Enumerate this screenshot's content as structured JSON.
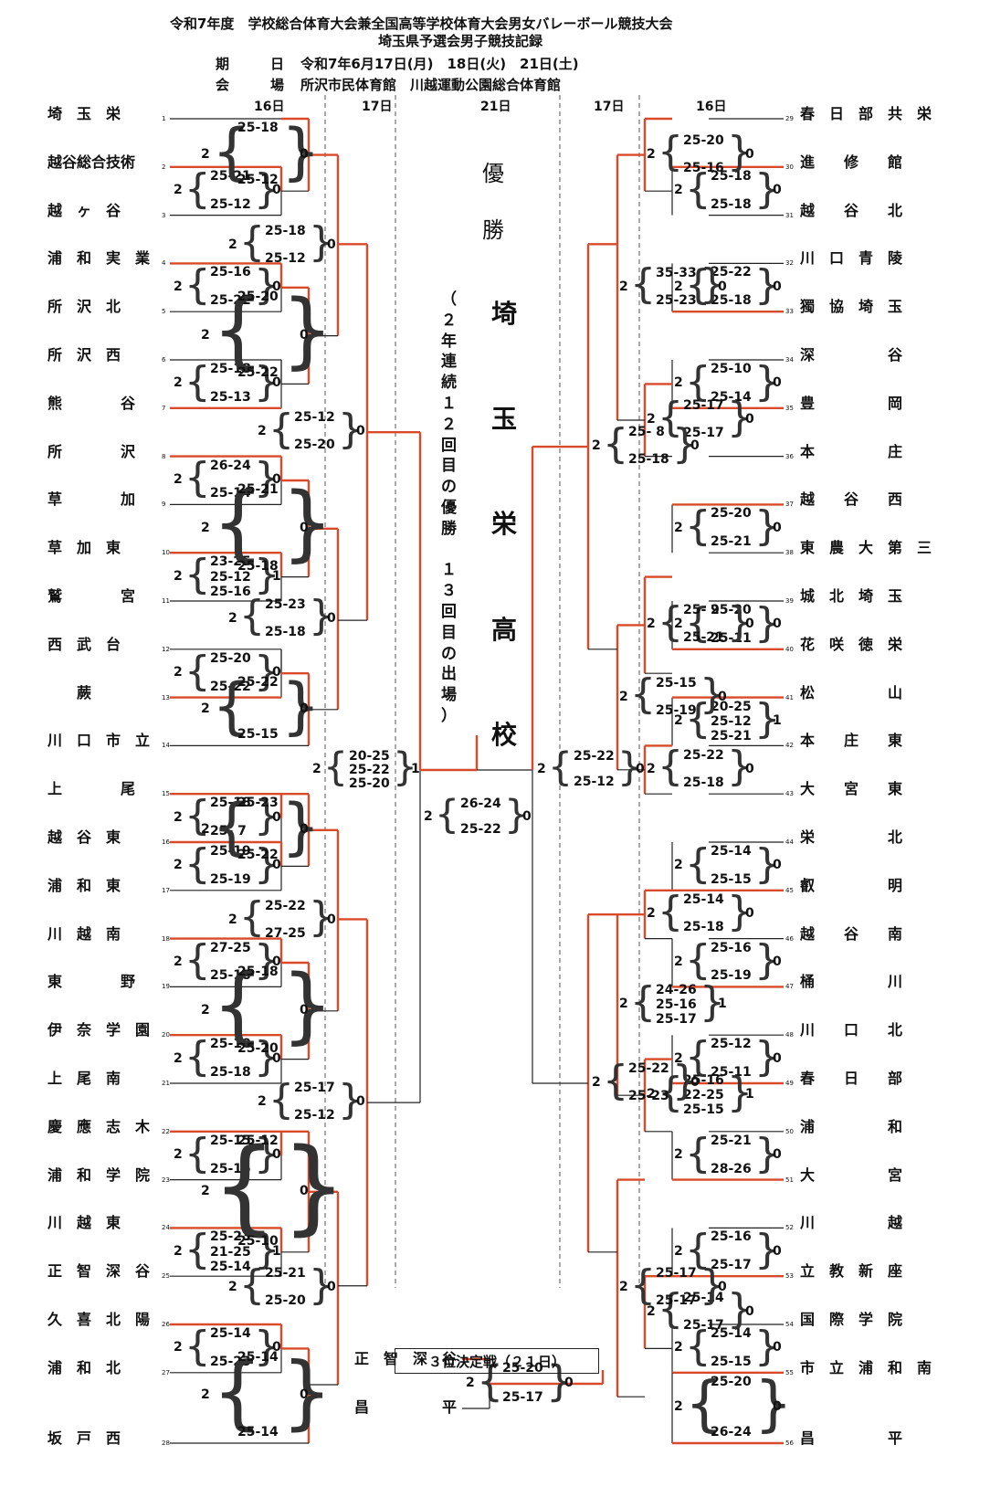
{
  "header": {
    "title1": "令和7年度　学校総合体育大会兼全国高等学校体育大会男女バレーボール競技大会",
    "title2": "埼玉県予選会男子競技記録",
    "dates_label": "期　　　日",
    "dates": "令和7年6月17日(月)　18日(火)　21日(土)",
    "venue_label": "会　　　場",
    "venue": "所沢市民体育館　川越運動公園総合体育館"
  },
  "day_labels": {
    "l16": "16日",
    "l17": "17日",
    "c21": "21日",
    "r17": "17日",
    "r16": "16日"
  },
  "champion": {
    "heading": [
      "優",
      "勝"
    ],
    "name": [
      "埼",
      "玉",
      "栄",
      "高",
      "校"
    ],
    "note_chars": [
      "（",
      "２",
      "年",
      "連",
      "続",
      "１",
      "２",
      "回",
      "目",
      "の",
      "優",
      "勝",
      "　",
      "１",
      "３",
      "回",
      "目",
      "の",
      "出",
      "場",
      "）"
    ]
  },
  "left_teams": [
    {
      "no": "1",
      "name": "埼　玉　栄"
    },
    {
      "no": "2",
      "name": "越谷総合技術"
    },
    {
      "no": "3",
      "name": "越　ヶ　谷"
    },
    {
      "no": "4",
      "name": "浦　和　実　業"
    },
    {
      "no": "5",
      "name": "所　沢　北"
    },
    {
      "no": "6",
      "name": "所　沢　西"
    },
    {
      "no": "7",
      "name": "熊　　　　谷"
    },
    {
      "no": "8",
      "name": "所　　　　沢"
    },
    {
      "no": "9",
      "name": "草　　　　加"
    },
    {
      "no": "10",
      "name": "草　加　東"
    },
    {
      "no": "11",
      "name": "鷲　　　　宮"
    },
    {
      "no": "12",
      "name": "西　武　台"
    },
    {
      "no": "13",
      "name": "　　蕨"
    },
    {
      "no": "14",
      "name": "川　口　市　立"
    },
    {
      "no": "15",
      "name": "上　　　　尾"
    },
    {
      "no": "16",
      "name": "越　谷　東"
    },
    {
      "no": "17",
      "name": "浦　和　東"
    },
    {
      "no": "18",
      "name": "川　越　南"
    },
    {
      "no": "19",
      "name": "東　　　　野"
    },
    {
      "no": "20",
      "name": "伊　奈　学　園"
    },
    {
      "no": "21",
      "name": "上　尾　南"
    },
    {
      "no": "22",
      "name": "慶　應　志　木"
    },
    {
      "no": "23",
      "name": "浦　和　学　院"
    },
    {
      "no": "24",
      "name": "川　越　東"
    },
    {
      "no": "25",
      "name": "正　智　深　谷"
    },
    {
      "no": "26",
      "name": "久　喜　北　陽"
    },
    {
      "no": "27",
      "name": "浦　和　北"
    },
    {
      "no": "28",
      "name": "坂　戸　西"
    }
  ],
  "right_teams": [
    {
      "no": "29",
      "name": "春　日　部　共　栄"
    },
    {
      "no": "30",
      "name": "進　　修　　館"
    },
    {
      "no": "31",
      "name": "越　　谷　　北"
    },
    {
      "no": "32",
      "name": "川　口　青　陵"
    },
    {
      "no": "33",
      "name": "獨　協　埼　玉"
    },
    {
      "no": "34",
      "name": "深　　　　　谷"
    },
    {
      "no": "35",
      "name": "豊　　　　　岡"
    },
    {
      "no": "36",
      "name": "本　　　　　庄"
    },
    {
      "no": "37",
      "name": "越　　谷　　西"
    },
    {
      "no": "38",
      "name": "東　農　大　第　三"
    },
    {
      "no": "39",
      "name": "城　北　埼　玉"
    },
    {
      "no": "40",
      "name": "花　咲　徳　栄"
    },
    {
      "no": "41",
      "name": "松　　　　　山"
    },
    {
      "no": "42",
      "name": "本　　庄　　東"
    },
    {
      "no": "43",
      "name": "大　　宮　　東"
    },
    {
      "no": "44",
      "name": "栄　　　　　北"
    },
    {
      "no": "45",
      "name": "叡　　　　　明"
    },
    {
      "no": "46",
      "name": "越　　谷　　南"
    },
    {
      "no": "47",
      "name": "桶　　　　　川"
    },
    {
      "no": "48",
      "name": "川　　口　　北"
    },
    {
      "no": "49",
      "name": "春　　日　　部"
    },
    {
      "no": "50",
      "name": "浦　　　　　和"
    },
    {
      "no": "51",
      "name": "大　　　　　宮"
    },
    {
      "no": "52",
      "name": "川　　　　　越"
    },
    {
      "no": "53",
      "name": "立　教　新　座"
    },
    {
      "no": "54",
      "name": "国　際　学　院"
    },
    {
      "no": "55",
      "name": "市　立　浦　和　南"
    },
    {
      "no": "56",
      "name": "昌　　　　　平"
    }
  ],
  "left_r1": [
    {
      "w": "2",
      "l": "0",
      "sets": [
        "25-21",
        "25-12"
      ]
    },
    {
      "w": "2",
      "l": "0",
      "sets": [
        "25-16",
        "25-22"
      ]
    },
    {
      "w": "2",
      "l": "0",
      "sets": [
        "25-18",
        "25-13"
      ]
    },
    {
      "w": "2",
      "l": "0",
      "sets": [
        "26-24",
        "25-14"
      ]
    },
    {
      "w": "2",
      "l": "1",
      "sets": [
        "23-25",
        "25-12",
        "25-16"
      ]
    },
    {
      "w": "2",
      "l": "0",
      "sets": [
        "25-20",
        "25-22"
      ]
    },
    {
      "w": "2",
      "l": "0",
      "sets": [
        "25-18",
        "25- 7"
      ]
    },
    {
      "w": "2",
      "l": "0",
      "sets": [
        "25-19",
        "25-19"
      ]
    },
    {
      "w": "2",
      "l": "0",
      "sets": [
        "27-25",
        "25-18"
      ]
    },
    {
      "w": "2",
      "l": "0",
      "sets": [
        "25-10",
        "25-18"
      ]
    },
    {
      "w": "2",
      "l": "0",
      "sets": [
        "25-15",
        "25-15"
      ]
    },
    {
      "w": "2",
      "l": "1",
      "sets": [
        "25-23",
        "21-25",
        "25-14"
      ]
    },
    {
      "w": "2",
      "l": "0",
      "sets": [
        "25-14",
        "25-23"
      ]
    }
  ],
  "left_r2": [
    {
      "w": "2",
      "l": "0",
      "sets": [
        "25-18",
        "25-12"
      ]
    },
    {
      "w": "2",
      "l": "0",
      "sets": [
        "25-20",
        "25-22"
      ]
    },
    {
      "w": "2",
      "l": "0",
      "sets": [
        "25-21",
        "25-18"
      ]
    },
    {
      "w": "2",
      "l": "0",
      "sets": [
        "25-22",
        "25-15"
      ]
    },
    {
      "w": "2",
      "l": "0",
      "sets": [
        "25-23",
        "25-22"
      ]
    },
    {
      "w": "2",
      "l": "0",
      "sets": [
        "25-18",
        "25-20"
      ]
    },
    {
      "w": "2",
      "l": "0",
      "sets": [
        "25-12",
        "25-10"
      ]
    },
    {
      "w": "2",
      "l": "0",
      "sets": [
        "25-14",
        "25-14"
      ]
    }
  ],
  "left_r3": [
    {
      "w": "2",
      "l": "0",
      "sets": [
        "25-18",
        "25-12"
      ]
    },
    {
      "w": "2",
      "l": "0",
      "sets": [
        "25-23",
        "25-18"
      ]
    },
    {
      "w": "2",
      "l": "0",
      "sets": [
        "25-22",
        "27-25"
      ]
    },
    {
      "w": "2",
      "l": "0",
      "sets": [
        "25-21",
        "25-20"
      ]
    }
  ],
  "left_r4": [
    {
      "w": "2",
      "l": "0",
      "sets": [
        "25-12",
        "25-20"
      ]
    },
    {
      "w": "2",
      "l": "0",
      "sets": [
        "25-17",
        "25-12"
      ]
    }
  ],
  "left_sf": {
    "w": "2",
    "l": "1",
    "sets": [
      "20-25",
      "25-22",
      "25-20"
    ]
  },
  "final": {
    "w": "2",
    "l": "0",
    "sets": [
      "26-24",
      "25-22"
    ]
  },
  "right_sf": {
    "w": "2",
    "l": "0",
    "sets": [
      "25-22",
      "25-12"
    ]
  },
  "right_r1": [
    {
      "w": "2",
      "l": "0",
      "sets": [
        "25-18",
        "25-18"
      ]
    },
    {
      "w": "2",
      "l": "0",
      "sets": [
        "25-22",
        "25-18"
      ]
    },
    {
      "w": "2",
      "l": "0",
      "sets": [
        "25-10",
        "25-14"
      ]
    },
    {
      "w": "2",
      "l": "0",
      "sets": [
        "25-20",
        "25-21"
      ]
    },
    {
      "w": "2",
      "l": "0",
      "sets": [
        "25-20",
        "25-11"
      ]
    },
    {
      "w": "2",
      "l": "1",
      "sets": [
        "20-25",
        "25-12",
        "25-21"
      ]
    },
    {
      "w": "2",
      "l": "0",
      "sets": [
        "25-14",
        "25-15"
      ]
    },
    {
      "w": "2",
      "l": "0",
      "sets": [
        "25-16",
        "25-19"
      ]
    },
    {
      "w": "2",
      "l": "0",
      "sets": [
        "25-12",
        "25-11"
      ]
    },
    {
      "w": "2",
      "l": "0",
      "sets": [
        "25-21",
        "28-26"
      ]
    },
    {
      "w": "2",
      "l": "0",
      "sets": [
        "25-16",
        "25-17"
      ]
    },
    {
      "w": "2",
      "l": "0",
      "sets": [
        "25-14",
        "25-15"
      ]
    },
    {
      "w": "2",
      "l": "0",
      "sets": [
        "25-20",
        "26-24"
      ]
    }
  ],
  "right_r2": [
    {
      "w": "2",
      "l": "0",
      "sets": [
        "25-20",
        "25-16"
      ]
    },
    {
      "w": "2",
      "l": "0",
      "sets": [
        "25-17",
        "25-17"
      ]
    },
    {
      "w": "2",
      "l": "0",
      "sets": [
        "25- 9",
        "25-21"
      ]
    },
    {
      "w": "2",
      "l": "0",
      "sets": [
        "25-22",
        "25-18"
      ]
    },
    {
      "w": "2",
      "l": "0",
      "sets": [
        "25-14",
        "25-18"
      ]
    },
    {
      "w": "2",
      "l": "1",
      "sets": [
        "25-16",
        "22-25",
        "25-15"
      ]
    },
    {
      "w": "2",
      "l": "0",
      "sets": [
        "25-14",
        "25-17"
      ]
    }
  ],
  "right_r3": [
    {
      "w": "2",
      "l": "0",
      "sets": [
        "35-33",
        "25-23"
      ]
    },
    {
      "w": "2",
      "l": "0",
      "sets": [
        "25-15",
        "25-19"
      ]
    },
    {
      "w": "2",
      "l": "1",
      "sets": [
        "24-26",
        "25-16",
        "25-17"
      ]
    },
    {
      "w": "2",
      "l": "0",
      "sets": [
        "25-17",
        "25-17"
      ]
    }
  ],
  "right_r4": [
    {
      "w": "2",
      "l": "0",
      "sets": [
        "25- 8",
        "25-18"
      ]
    },
    {
      "w": "2",
      "l": "0",
      "sets": [
        "25-22",
        "25-23"
      ]
    }
  ],
  "third_place": {
    "label": "３位決定戦（２１日）",
    "team_a": "正　智　深　谷",
    "team_b": "昌　　　　　平",
    "w": "2",
    "l": "0",
    "sets": [
      "25-20",
      "25-17"
    ]
  },
  "colors": {
    "winner_line": "#d94a2b",
    "line": "#222222",
    "dash": "#555555"
  }
}
